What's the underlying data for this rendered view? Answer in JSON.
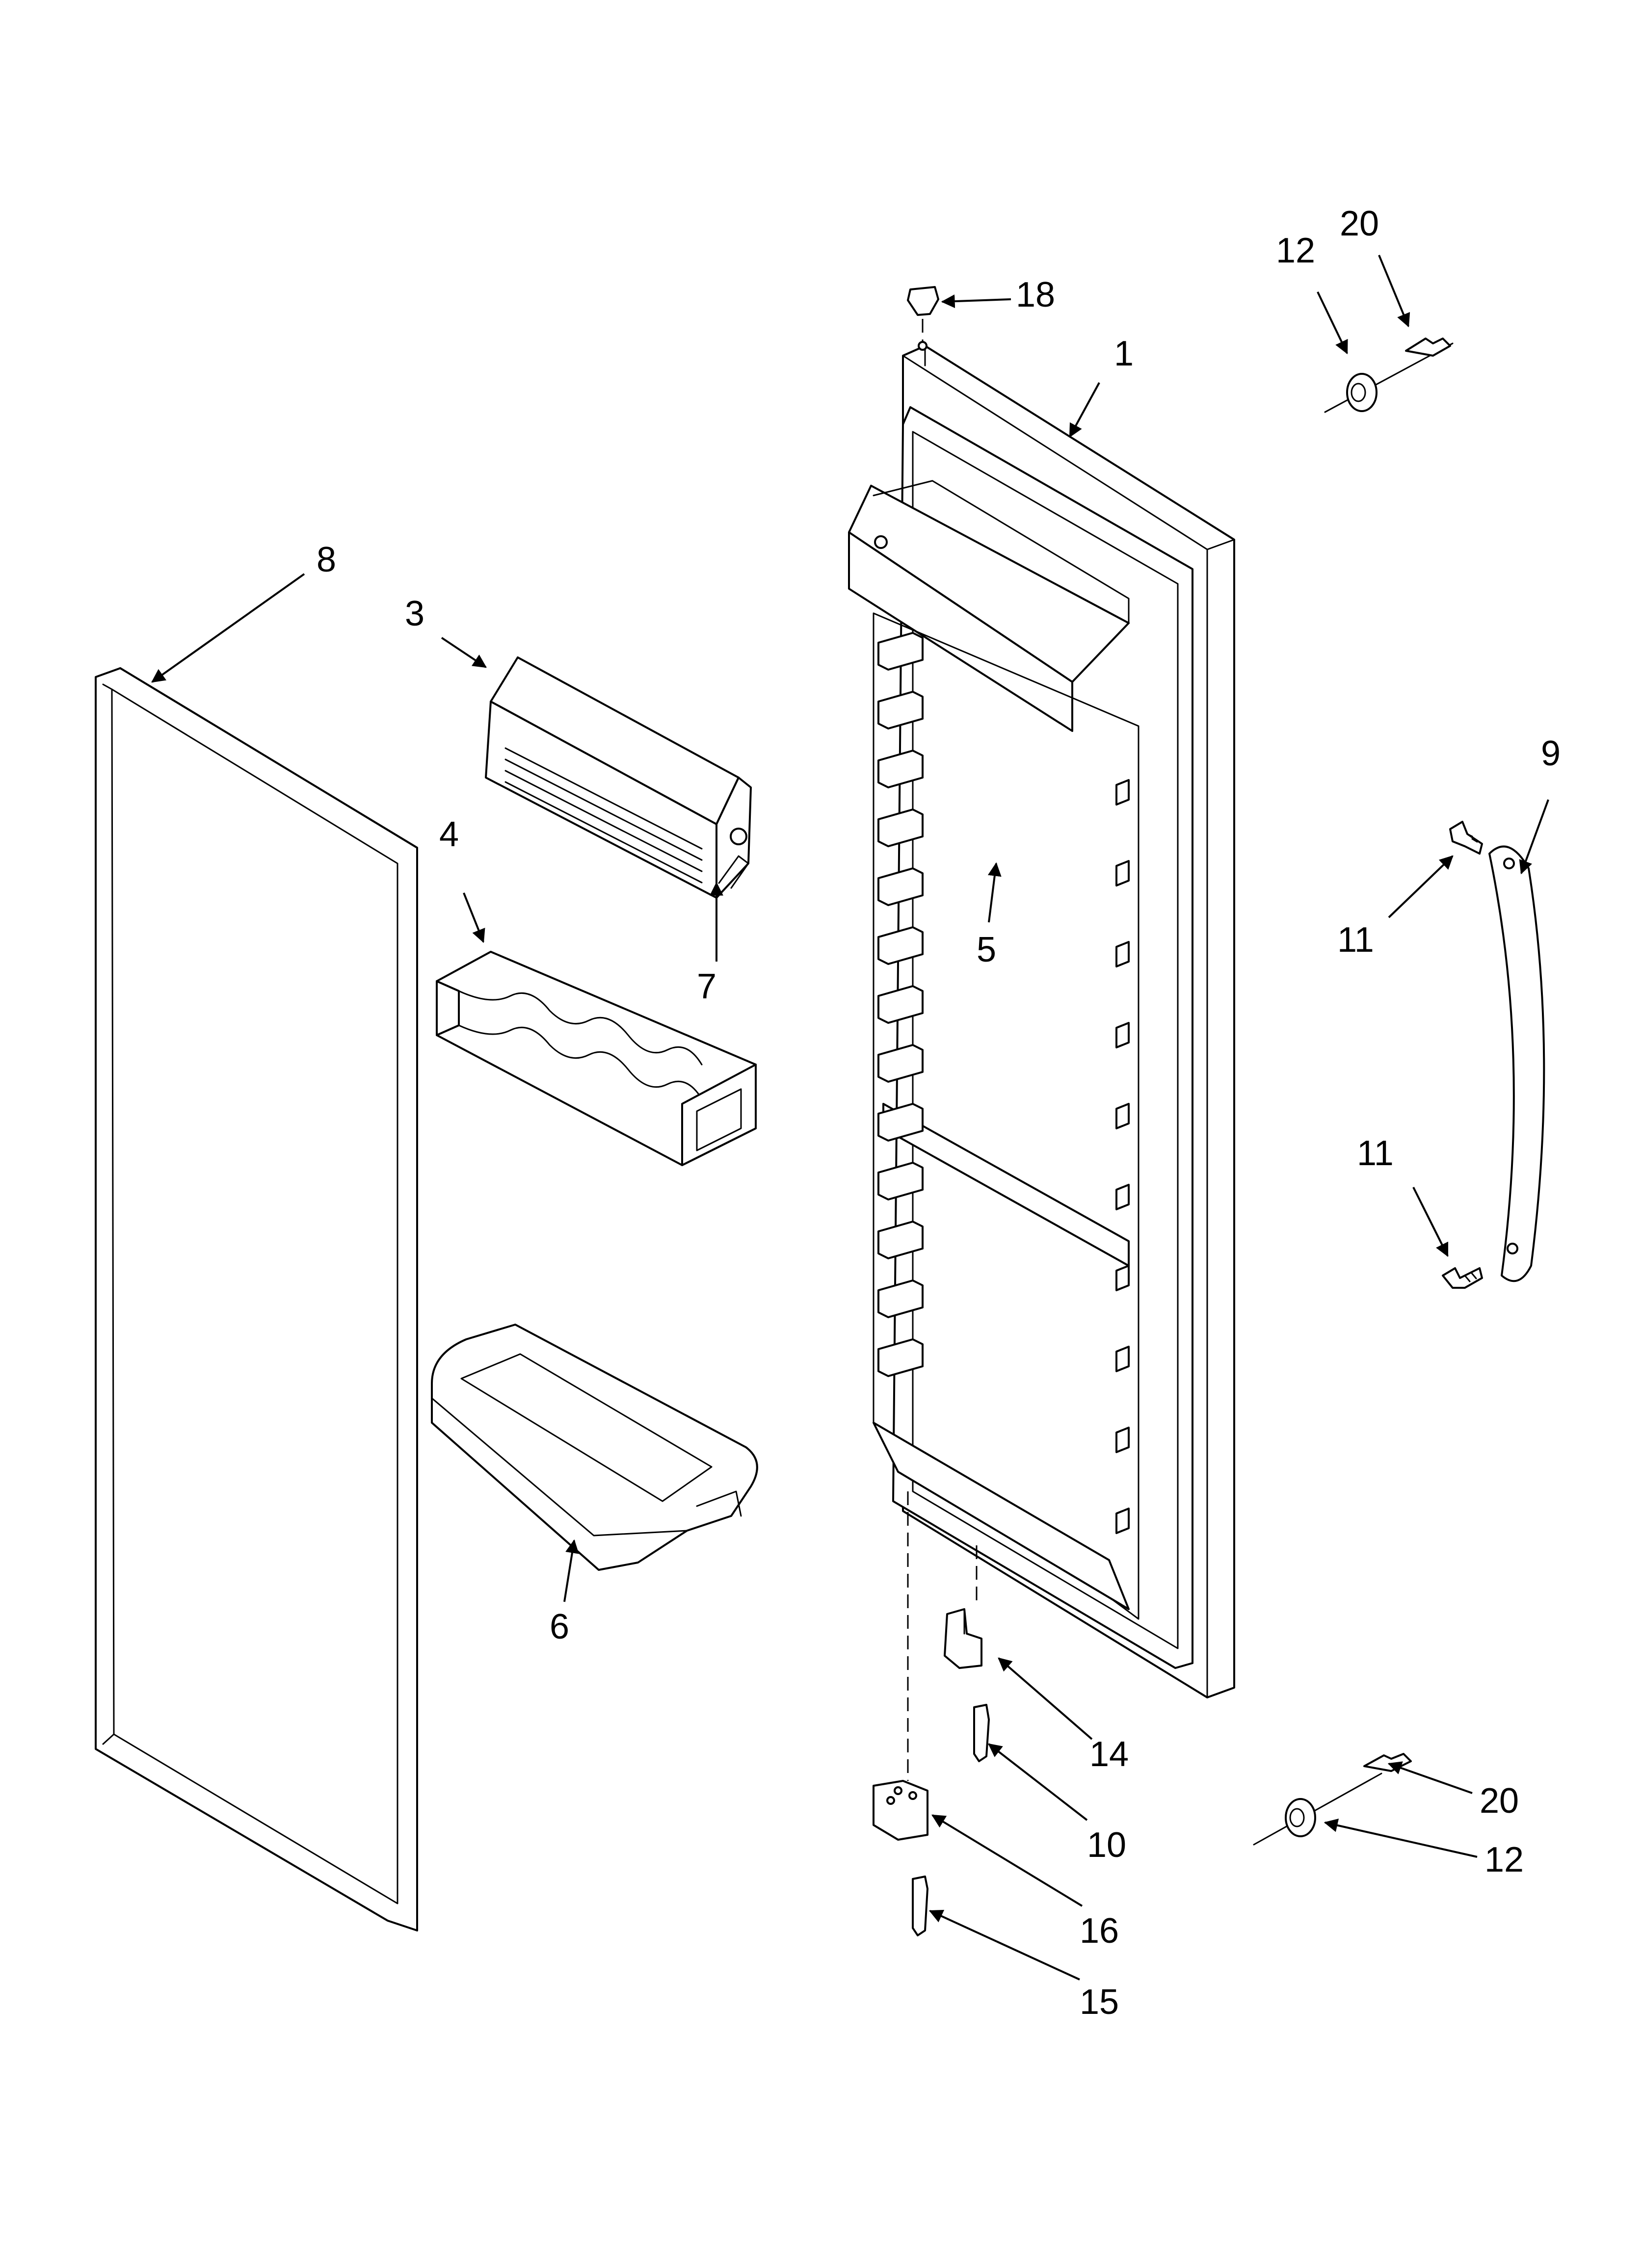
{
  "diagram": {
    "callouts": {
      "c1": "1",
      "c3": "3",
      "c4": "4",
      "c5": "5",
      "c6": "6",
      "c7": "7",
      "c8": "8",
      "c9": "9",
      "c10": "10",
      "c11a": "11",
      "c11b": "11",
      "c12a": "12",
      "c12b": "12",
      "c14": "14",
      "c15": "15",
      "c16": "16",
      "c18": "18",
      "c20a": "20",
      "c20b": "20"
    }
  }
}
